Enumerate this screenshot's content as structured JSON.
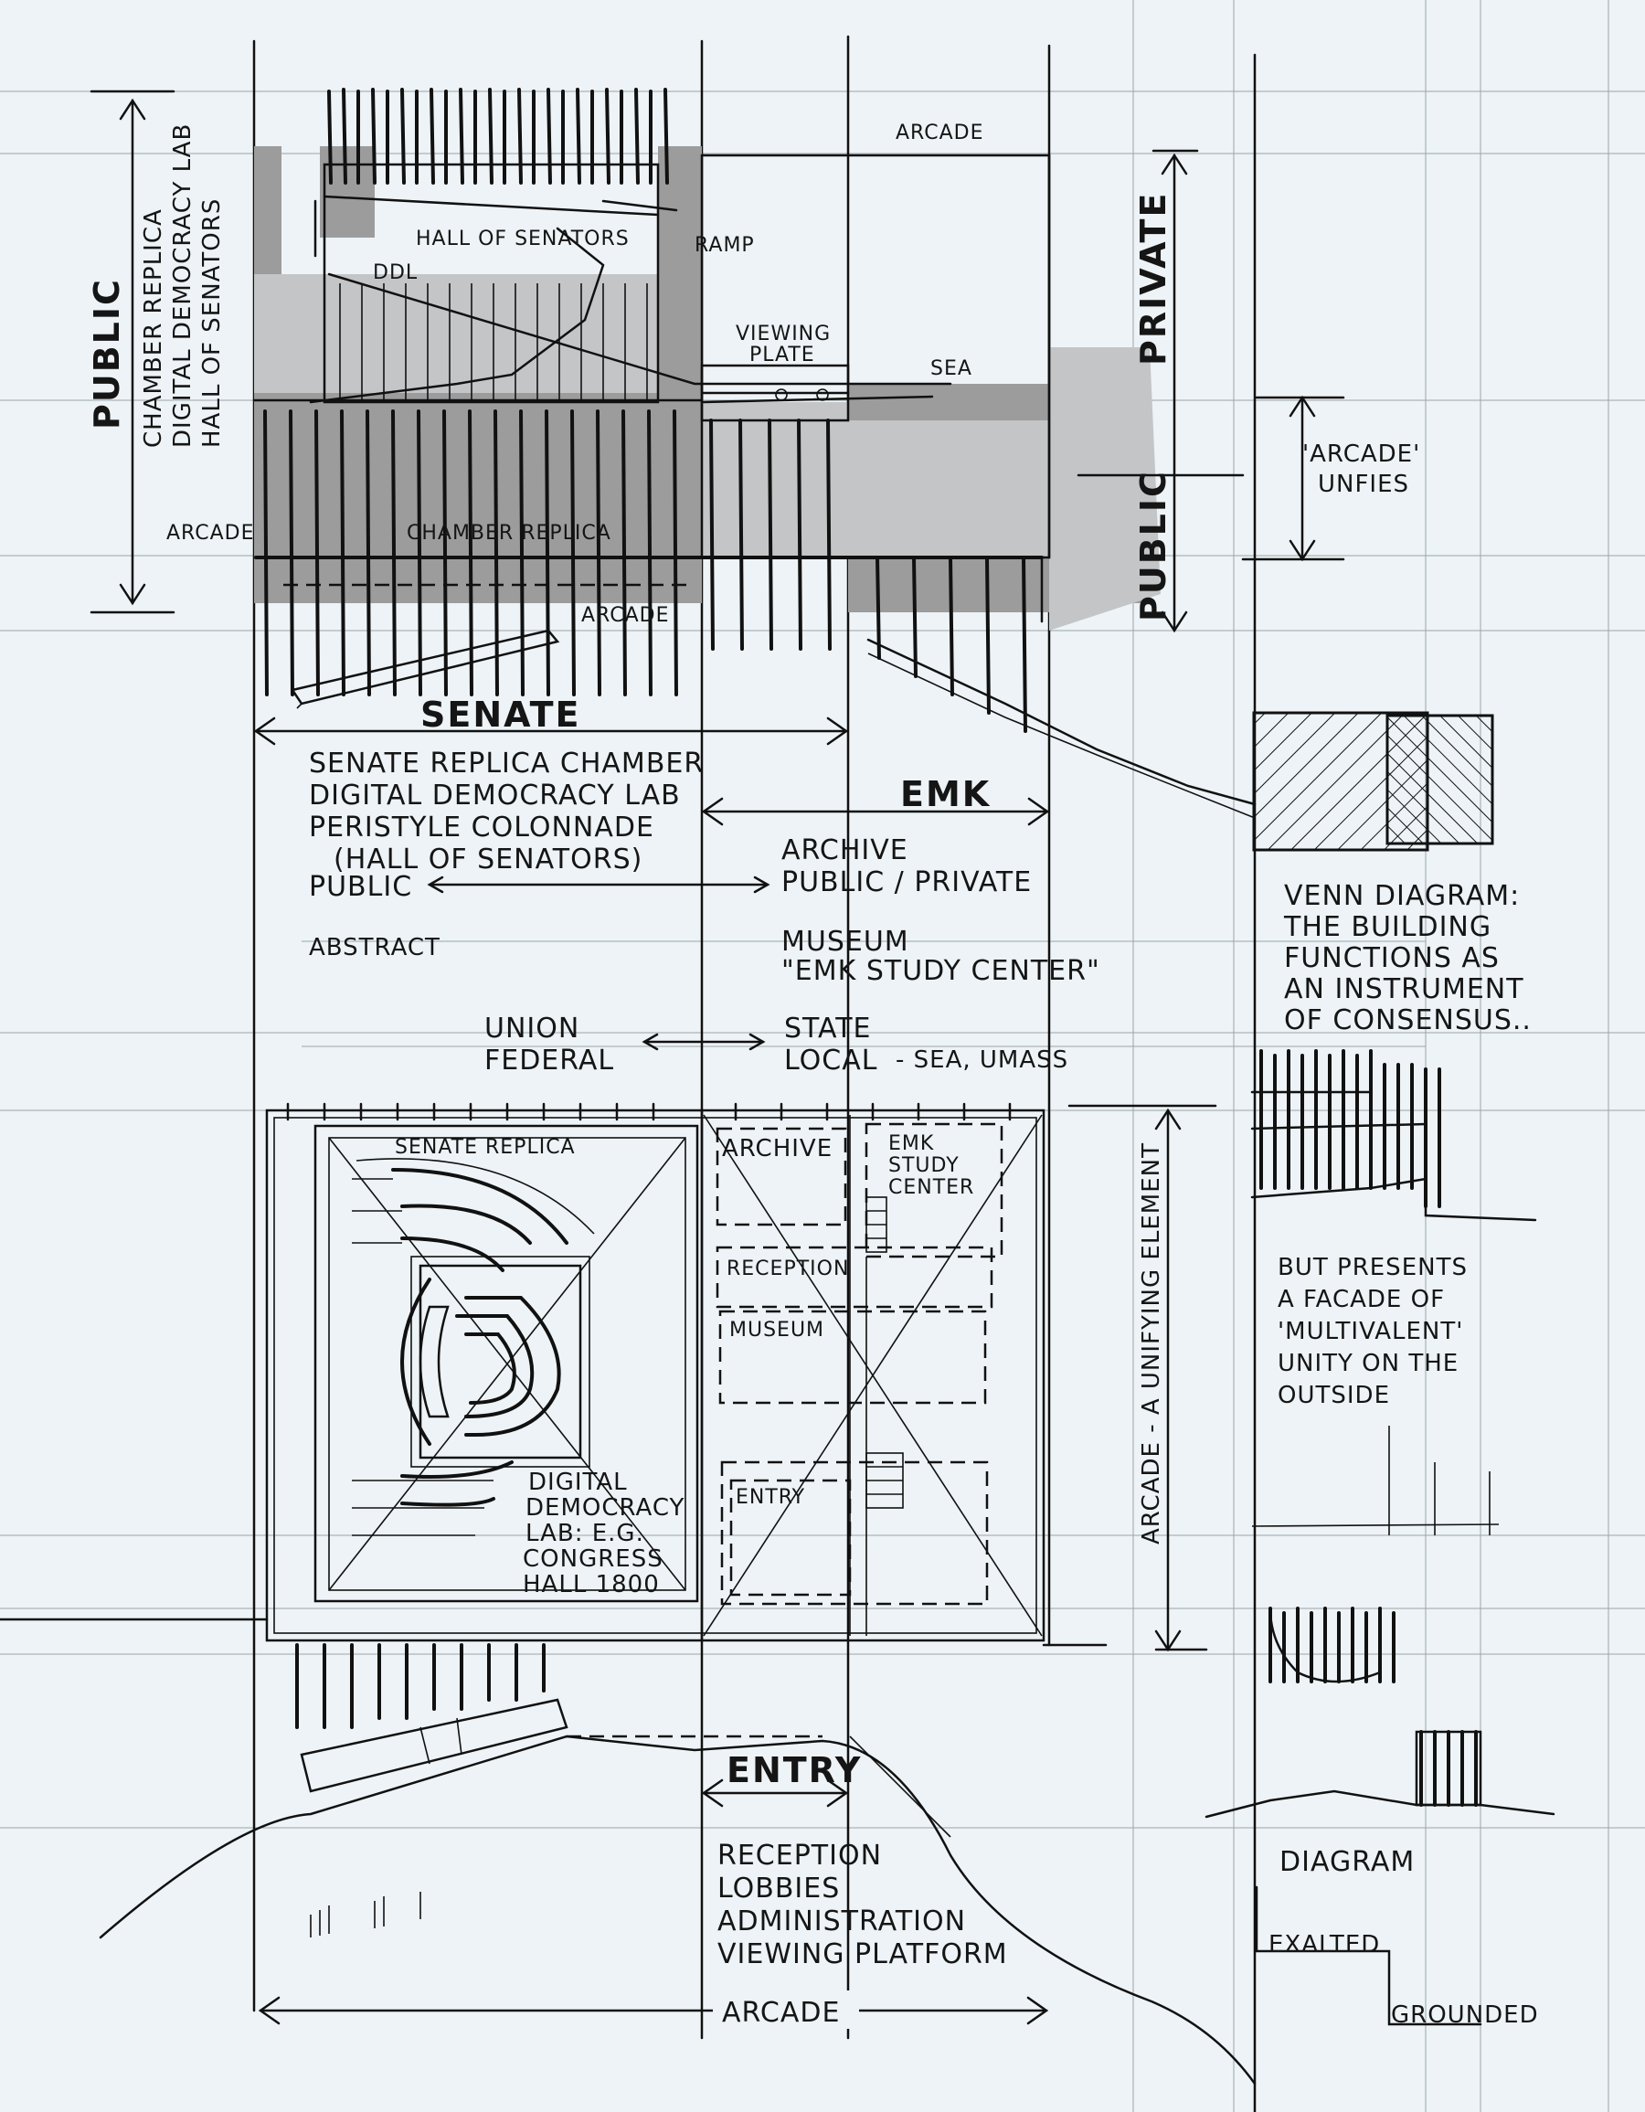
{
  "elevation": {
    "vertical_labels": {
      "public_left": "PUBLIC",
      "program_lines": [
        "CHAMBER REPLICA",
        "DIGITAL DEMOCRACY LAB",
        "HALL OF SENATORS"
      ],
      "private_right": "PRIVATE",
      "public_right": "PUBLIC"
    },
    "labels": {
      "arcade_top": "ARCADE",
      "hall_of_senators": "HALL OF SENATORS",
      "ramp": "RAMP",
      "ddl": "DDL",
      "viewing_plate": [
        "VIEWING",
        "PLATE"
      ],
      "sea": "SEA",
      "arcade_left": "ARCADE",
      "chamber_replica": "CHAMBER REPLICA",
      "arcade_bottom": "ARCADE"
    },
    "arcade_note": [
      "'ARCADE'",
      "UNFIES"
    ]
  },
  "program": {
    "senate": {
      "title": "SENATE",
      "lines": [
        "SENATE REPLICA CHAMBER",
        "DIGITAL DEMOCRACY LAB",
        "PERISTYLE COLONNADE",
        "(HALL OF SENATORS)"
      ]
    },
    "emk": {
      "title": "EMK",
      "lines": [
        "ARCHIVE",
        "PUBLIC / PRIVATE"
      ]
    },
    "public_left": "PUBLIC",
    "abstract": "ABSTRACT",
    "museum_lines": [
      "MUSEUM",
      "\"EMK STUDY CENTER\""
    ],
    "union_lines": [
      "UNION",
      "FEDERAL"
    ],
    "state_lines": [
      "STATE",
      "LOCAL"
    ],
    "sea_umass": "- SEA, UMASS"
  },
  "venn": {
    "note_lines": [
      "VENN DIAGRAM:",
      "THE BUILDING",
      "FUNCTIONS AS",
      "AN INSTRUMENT",
      "OF CONSENSUS.."
    ]
  },
  "plan": {
    "senate_replica": "SENATE REPLICA",
    "archive": "ARCHIVE",
    "emk_study_center": [
      "EMK",
      "STUDY",
      "CENTER"
    ],
    "reception": "RECEPTION",
    "museum": "MUSEUM",
    "entry": "ENTRY",
    "ddl_note": [
      "DIGITAL",
      "DEMOCRACY",
      "LAB: E.G.",
      "CONGRESS",
      "HALL 1800"
    ],
    "arcade_vertical": "ARCADE - A UNIFYING ELEMENT"
  },
  "facade_note": [
    "BUT PRESENTS",
    "A FACADE OF",
    "'MULTIVALENT'",
    "UNITY ON THE",
    "OUTSIDE"
  ],
  "entry_section": {
    "title": "ENTRY",
    "lines": [
      "RECEPTION",
      "LOBBIES",
      "ADMINISTRATION",
      "VIEWING PLATFORM"
    ],
    "arcade": "ARCADE"
  },
  "diagram": {
    "title": "DIAGRAM",
    "exalted": "EXALTED",
    "grounded": "GROUNDED"
  }
}
